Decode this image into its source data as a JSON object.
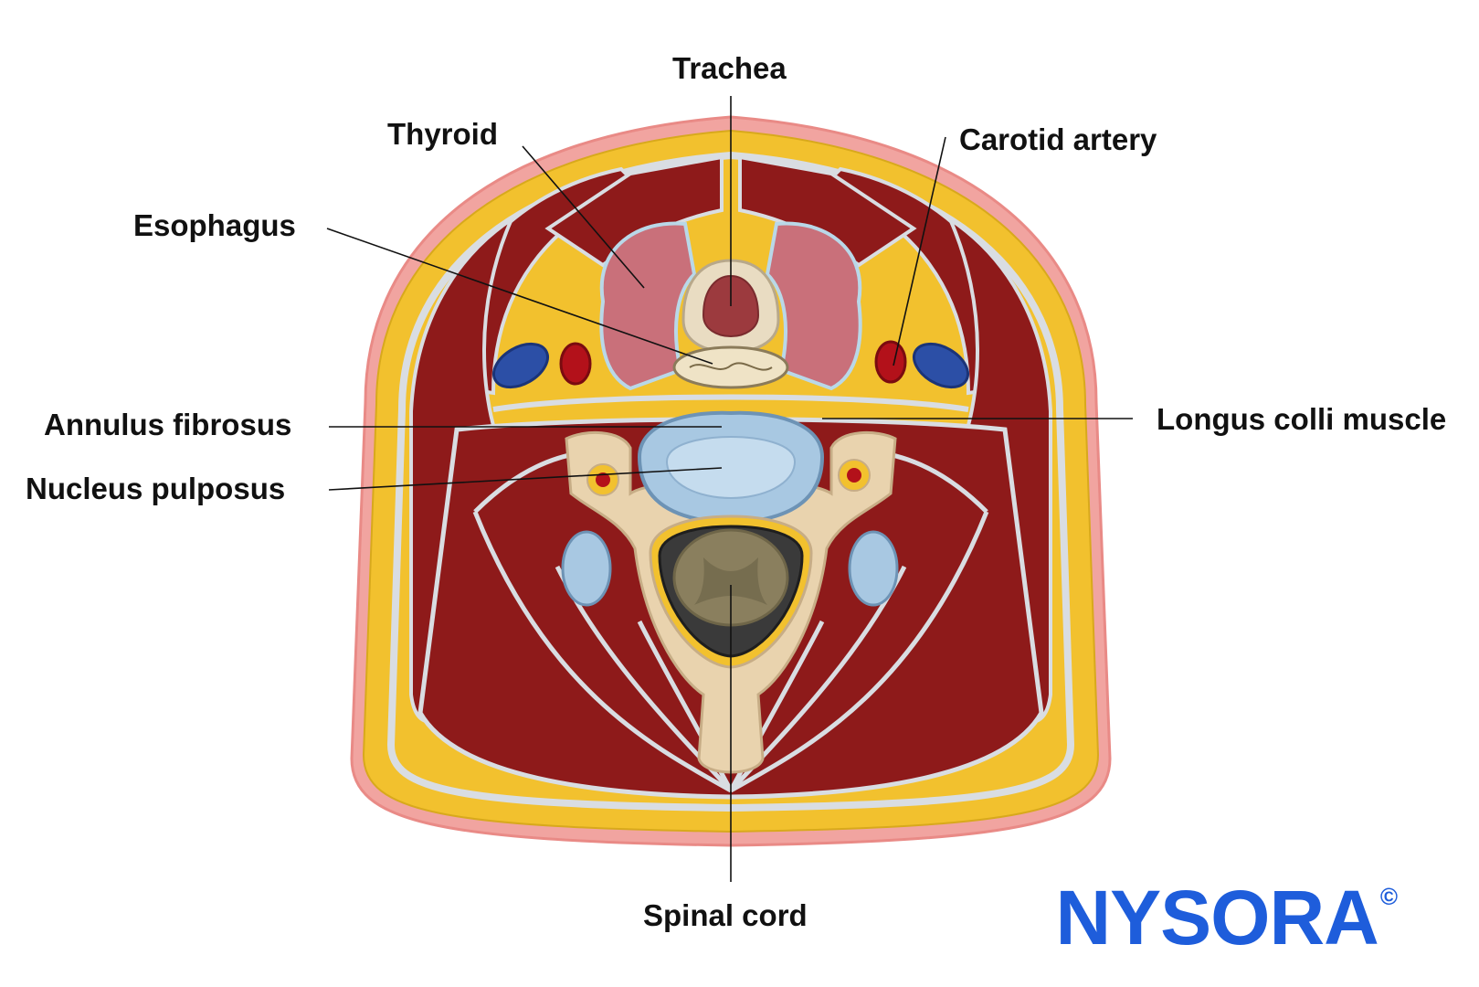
{
  "labels": {
    "trachea": "Trachea",
    "thyroid": "Thyroid",
    "carotid_artery": "Carotid artery",
    "esophagus": "Esophagus",
    "annulus_fibrosus": "Annulus fibrosus",
    "longus_colli_muscle": "Longus colli muscle",
    "nucleus_pulposus": "Nucleus pulposus",
    "spinal_cord": "Spinal cord"
  },
  "logo": {
    "text": "NYSORA",
    "copyright": "©"
  },
  "colors": {
    "skin": "#f1a4a0",
    "fat": "#f2c12e",
    "fat_light": "#f7d75a",
    "muscle": "#8e1a1a",
    "muscle_dark": "#6f1212",
    "fascia": "#d9dde2",
    "bone": "#e9d3ae",
    "disc": "#a8c8e2",
    "thyroid": "#c9707a",
    "vein": "#2c4fa6",
    "artery": "#b3111a",
    "cord": "#8a7f5e",
    "logo": "#1e5ddb",
    "leader": "#111111"
  }
}
